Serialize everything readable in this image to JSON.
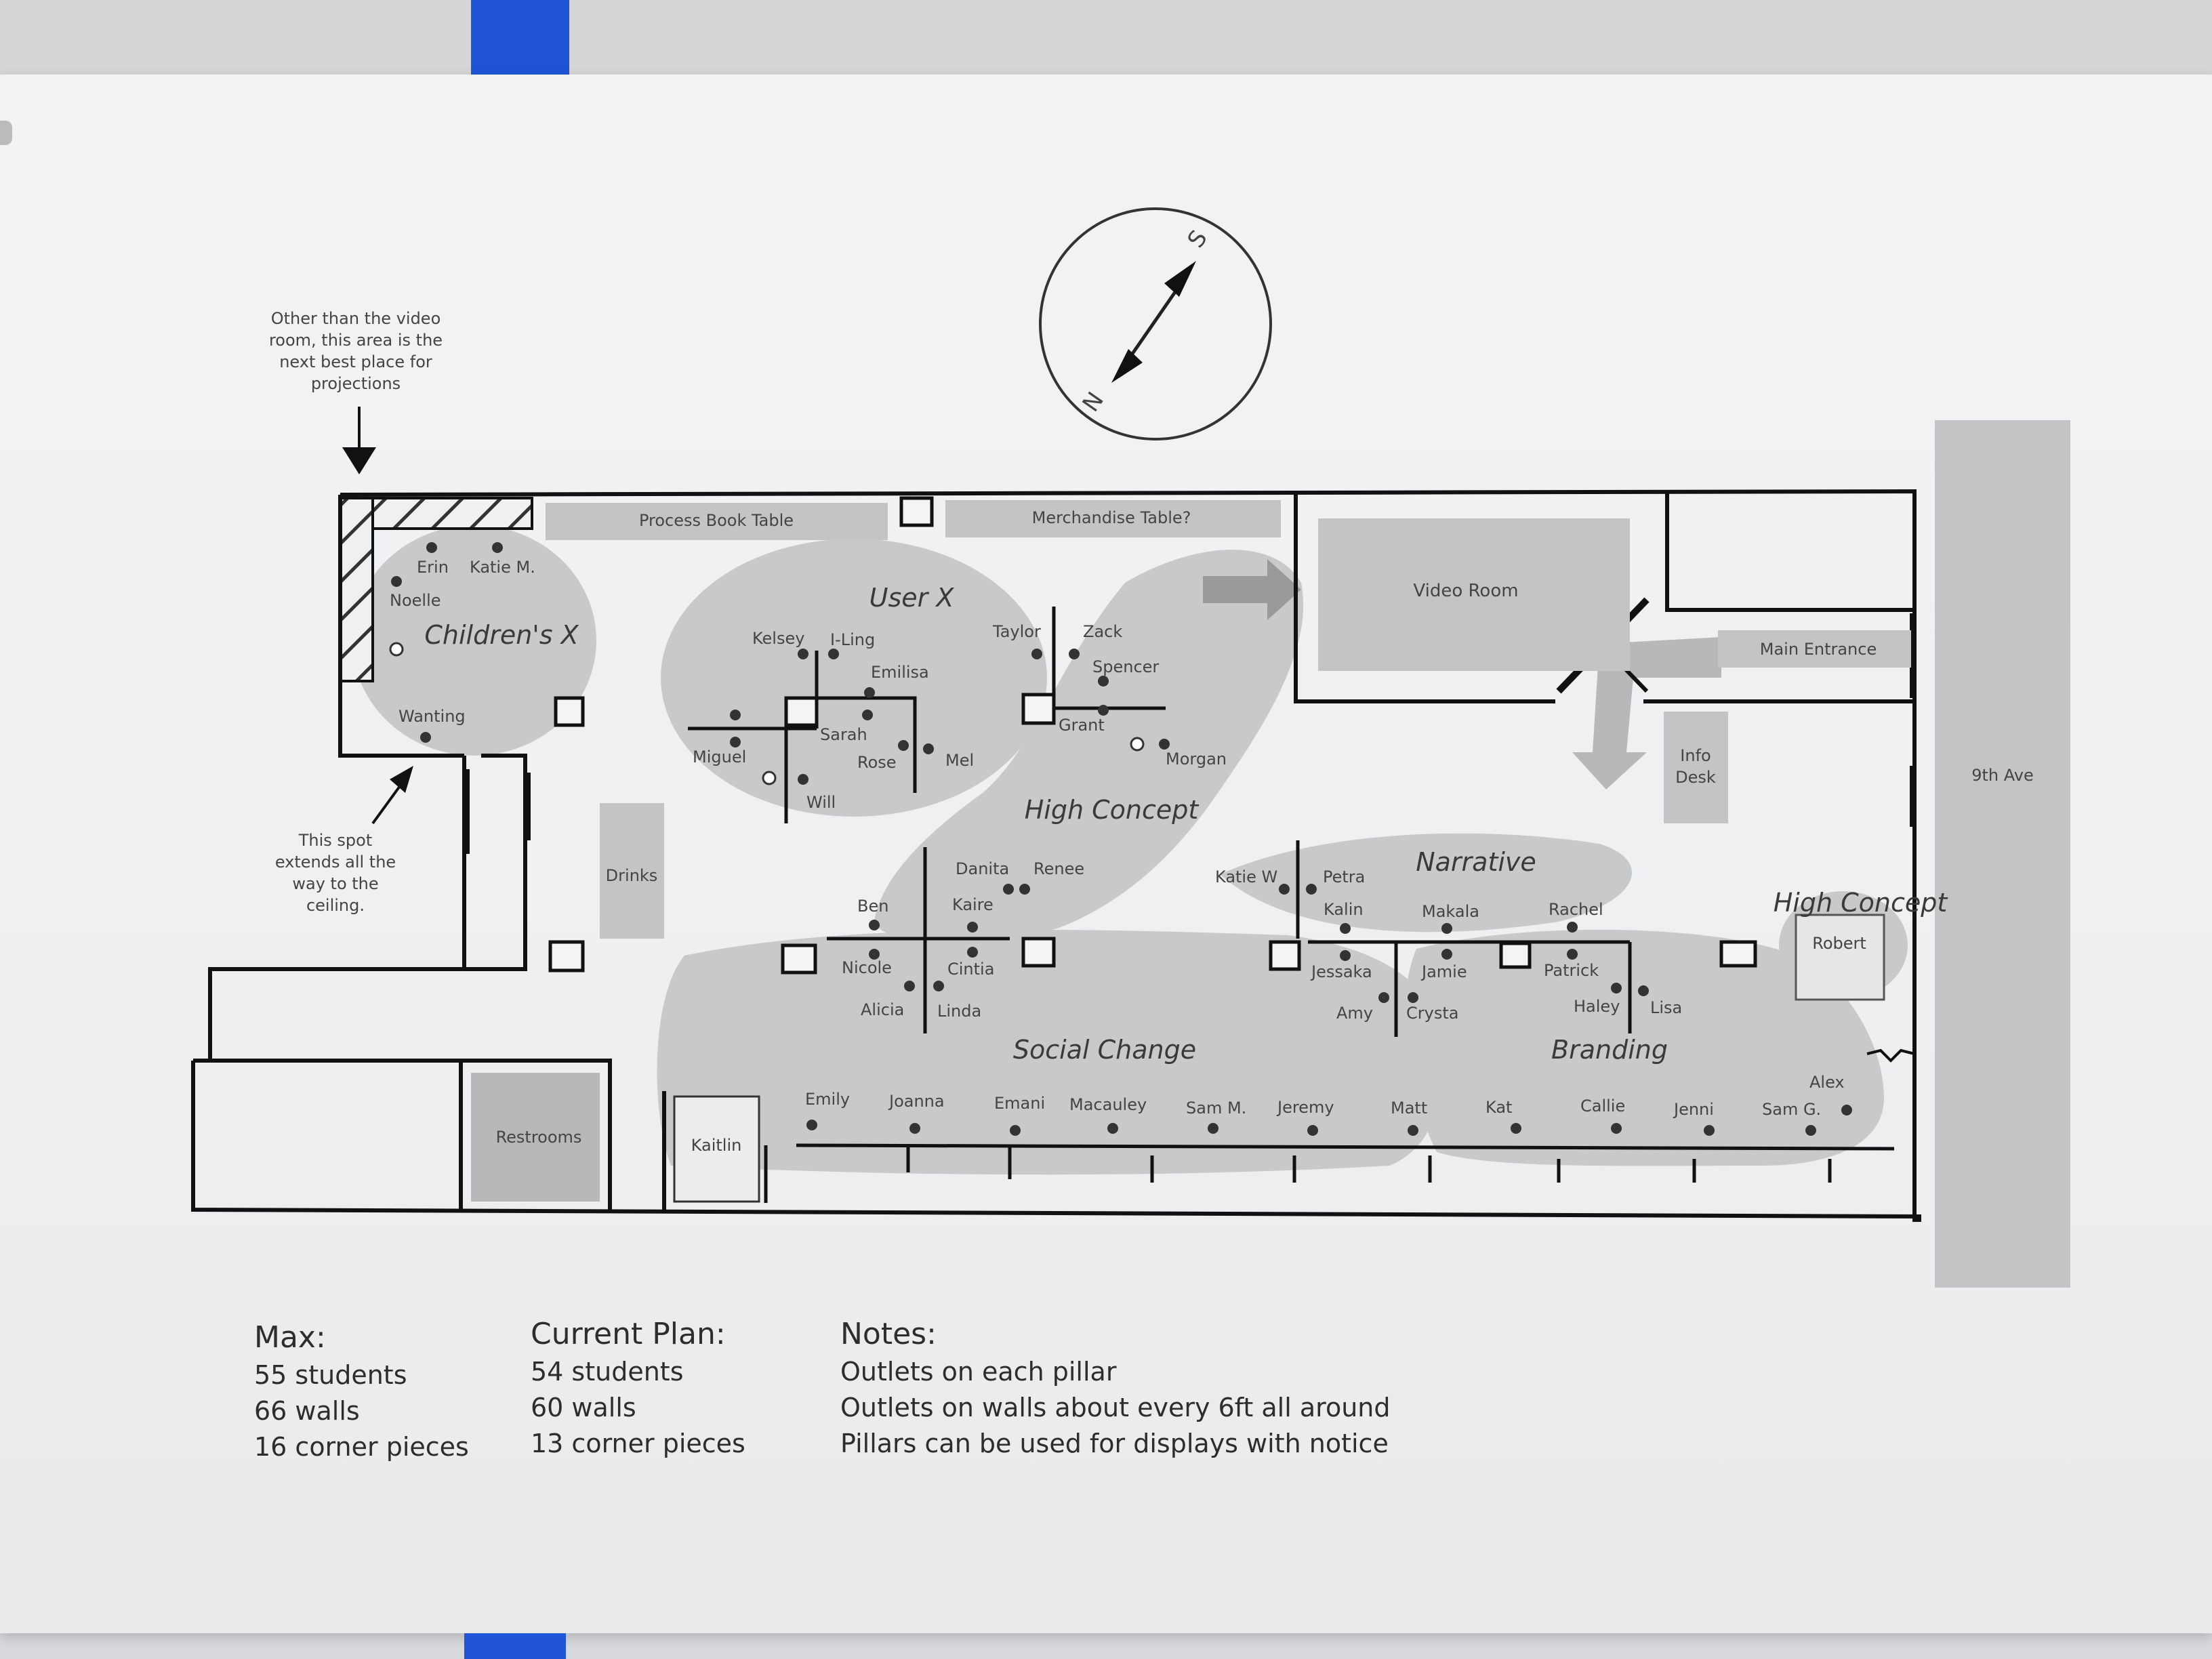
{
  "annotations": {
    "projection_note": [
      "Other than the video",
      "room, this area is the",
      "next best place for",
      "projections"
    ],
    "ceiling_note": [
      "This spot",
      "extends all the",
      "way to the",
      "ceiling."
    ]
  },
  "compass": {
    "s": "S",
    "n": "N"
  },
  "rooms": {
    "process_book_table": "Process Book Table",
    "merchandise_table": "Merchandise Table?",
    "video_room": "Video Room",
    "main_entrance": "Main Entrance",
    "info_desk": [
      "Info",
      "Desk"
    ],
    "street": "9th Ave",
    "drinks": "Drinks",
    "restrooms": "Restrooms",
    "kaitlin": "Kaitlin",
    "robert": "Robert"
  },
  "zones": {
    "childrens_x": "Children's X",
    "user_x": "User X",
    "high_concept_1": "High Concept",
    "narrative": "Narrative",
    "high_concept_2": "High Concept",
    "social_change": "Social Change",
    "branding": "Branding"
  },
  "students": {
    "erin": "Erin",
    "katie_m": "Katie M.",
    "noelle": "Noelle",
    "wanting": "Wanting",
    "kelsey": "Kelsey",
    "i_ling": "I-Ling",
    "emilisa": "Emilisa",
    "miguel": "Miguel",
    "sarah": "Sarah",
    "rose": "Rose",
    "mel": "Mel",
    "will": "Will",
    "taylor": "Taylor",
    "zack": "Zack",
    "spencer": "Spencer",
    "grant": "Grant",
    "morgan": "Morgan",
    "danita": "Danita",
    "renee": "Renee",
    "ben": "Ben",
    "kaire": "Kaire",
    "nicole": "Nicole",
    "cintia": "Cintia",
    "alicia": "Alicia",
    "linda": "Linda",
    "katie_w": "Katie W",
    "petra": "Petra",
    "kalin": "Kalin",
    "jessaka": "Jessaka",
    "amy": "Amy",
    "makala": "Makala",
    "jamie": "Jamie",
    "crysta": "Crysta",
    "rachel": "Rachel",
    "patrick": "Patrick",
    "haley": "Haley",
    "lisa": "Lisa",
    "emily": "Emily",
    "joanna": "Joanna",
    "emani": "Emani",
    "macauley": "Macauley",
    "sam_m": "Sam M.",
    "jeremy": "Jeremy",
    "matt": "Matt",
    "kat": "Kat",
    "callie": "Callie",
    "jenni": "Jenni",
    "alex": "Alex",
    "sam_g": "Sam G."
  },
  "summary": {
    "max": {
      "heading": "Max:",
      "lines": [
        "55 students",
        "66 walls",
        "16 corner pieces"
      ]
    },
    "current": {
      "heading": "Current Plan:",
      "lines": [
        "54 students",
        "60 walls",
        "13 corner pieces"
      ]
    },
    "notes": {
      "heading": "Notes:",
      "lines": [
        "Outlets on each pillar",
        "Outlets on walls about every 6ft all around",
        "Pillars can be used for displays with notice"
      ]
    }
  }
}
